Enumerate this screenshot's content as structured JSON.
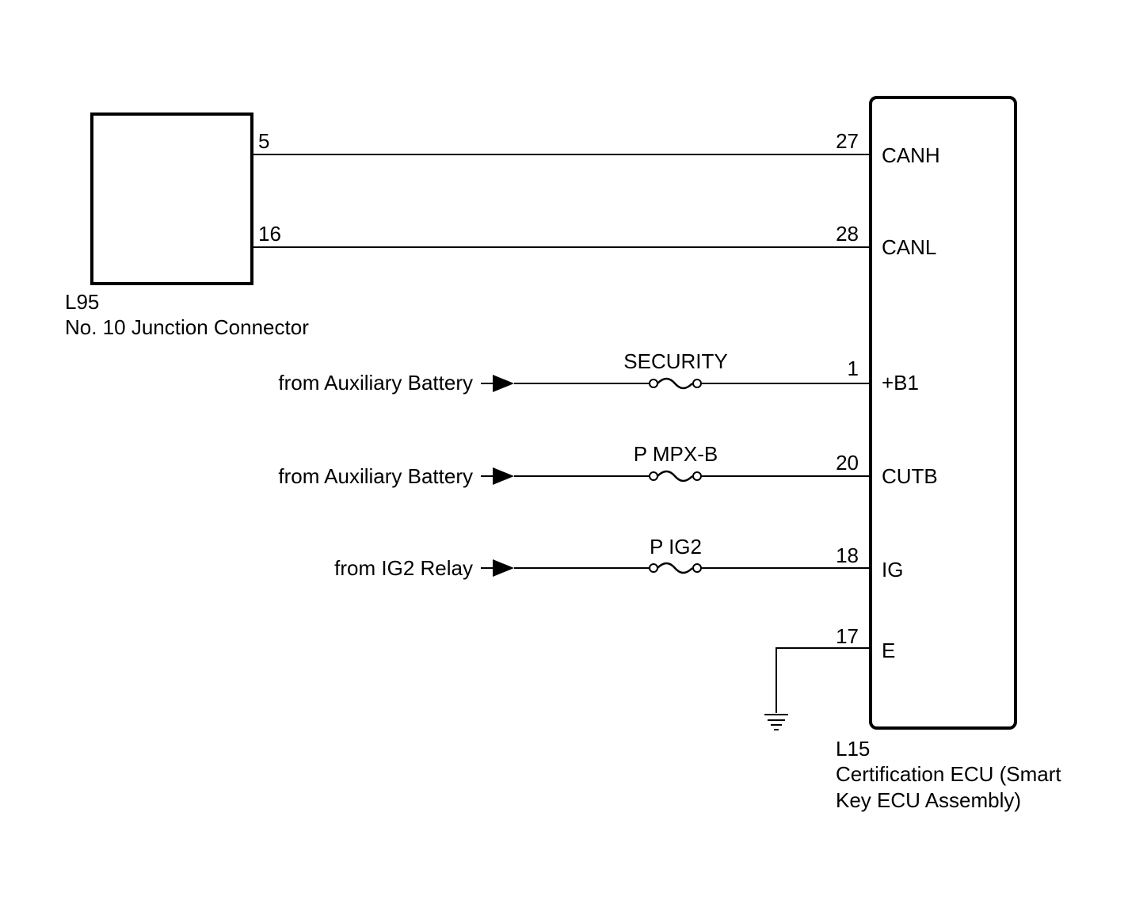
{
  "junction_connector": {
    "code": "L95",
    "name": "No. 10 Junction Connector"
  },
  "ecu": {
    "code": "L15",
    "name_line1": "Certification ECU (Smart",
    "name_line2": "Key ECU Assembly)"
  },
  "can_lines": [
    {
      "jc_pin": "5",
      "ecu_pin": "27",
      "signal": "CANH"
    },
    {
      "jc_pin": "16",
      "ecu_pin": "28",
      "signal": "CANL"
    }
  ],
  "power_lines": [
    {
      "source": "from Auxiliary Battery",
      "fuse": "SECURITY",
      "ecu_pin": "1",
      "signal": "+B1"
    },
    {
      "source": "from Auxiliary Battery",
      "fuse": "P MPX-B",
      "ecu_pin": "20",
      "signal": "CUTB"
    },
    {
      "source": "from IG2 Relay",
      "fuse": "P IG2",
      "ecu_pin": "18",
      "signal": "IG"
    }
  ],
  "ground_line": {
    "ecu_pin": "17",
    "signal": "E",
    "symbol": "ground-icon"
  }
}
